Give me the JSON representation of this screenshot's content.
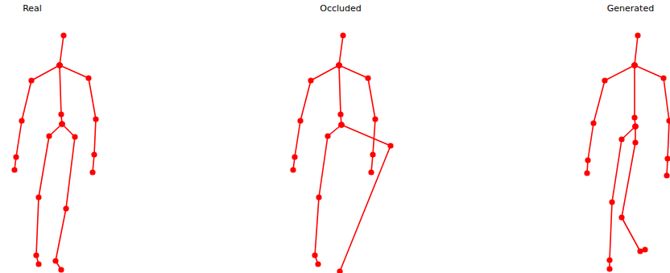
{
  "diagram": {
    "labels": [
      "Real",
      "Occluded",
      "Generated"
    ]
  }
}
